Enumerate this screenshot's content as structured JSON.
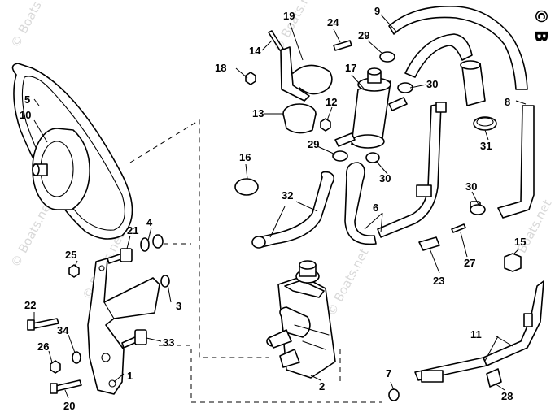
{
  "copyright_mark": "© B",
  "watermark": {
    "text": "© Boats.net"
  },
  "callouts": {
    "c1": "1",
    "c2": "2",
    "c3": "3",
    "c4": "4",
    "c5": "5",
    "c6": "6",
    "c7": "7",
    "c8": "8",
    "c9": "9",
    "c10": "10",
    "c11": "11",
    "c12": "12",
    "c13": "13",
    "c14": "14",
    "c15": "15",
    "c16": "16",
    "c17": "17",
    "c18": "18",
    "c19": "19",
    "c20": "20",
    "c21": "21",
    "c22": "22",
    "c23": "23",
    "c24": "24",
    "c25": "25",
    "c26": "26",
    "c27": "27",
    "c28": "28",
    "c29a": "29",
    "c29b": "29",
    "c30a": "30",
    "c30b": "30",
    "c30c": "30",
    "c31": "31",
    "c32": "32",
    "c33": "33",
    "c34": "34"
  }
}
